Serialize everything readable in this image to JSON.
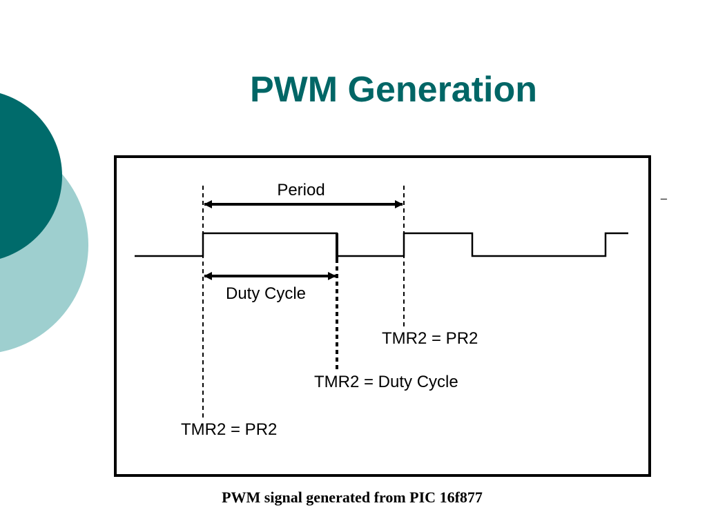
{
  "slide": {
    "title": "PWM Generation",
    "caption": "PWM signal generated from PIC 16f877",
    "stray_mark": "_"
  },
  "diagram": {
    "labels": {
      "period": "Period",
      "duty_cycle": "Duty Cycle",
      "tmr2_pr2_right": "TMR2 = PR2",
      "tmr2_duty": "TMR2 = Duty Cycle",
      "tmr2_pr2_left": "TMR2 = PR2"
    }
  },
  "colors": {
    "title": "#006666",
    "dark_teal": "#006666",
    "light_teal": "#99CCCC"
  }
}
